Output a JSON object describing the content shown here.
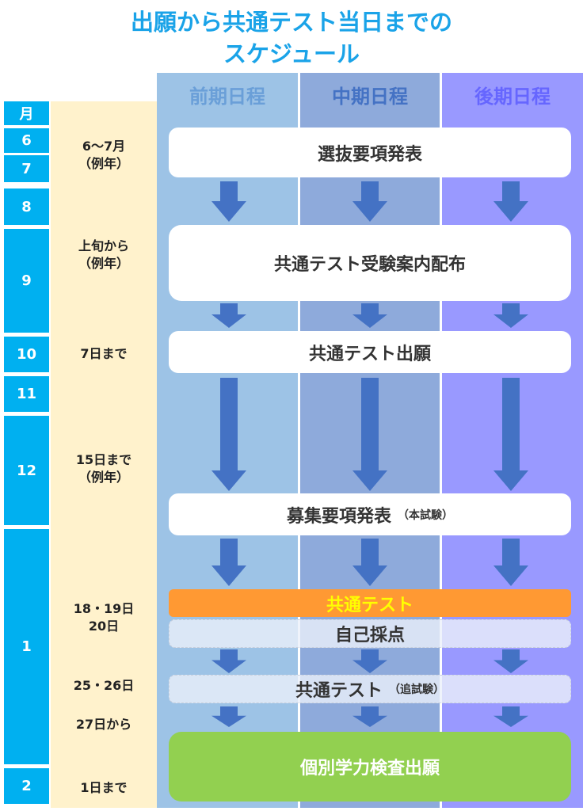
{
  "title": [
    "出願から共通テスト当日までの",
    "スケジュール"
  ],
  "columns": [
    {
      "label": "前期日程",
      "bg": "#9dc3e6",
      "fg": "#6a9fd8"
    },
    {
      "label": "中期日程",
      "bg": "#8eaadb",
      "fg": "#4472c4"
    },
    {
      "label": "後期日程",
      "bg": "#9999ff",
      "fg": "#6666ff"
    }
  ],
  "months": {
    "header": "月",
    "m6": "6",
    "m7": "7",
    "m8": "8",
    "m9": "9",
    "m10": "10",
    "m11": "11",
    "m12": "12",
    "m1": "1",
    "m2": "2"
  },
  "notes": {
    "n1a": "6〜7月",
    "n1b": "（例年）",
    "n2a": "上旬から",
    "n2b": "（例年）",
    "n3": "7日まで",
    "n4a": "15日まで",
    "n4b": "（例年）",
    "n5a": "18・19日",
    "n5b": "20日",
    "n6": "25・26日",
    "n7": "27日から",
    "n8": "1日まで"
  },
  "steps": {
    "s1": "選抜要項発表",
    "s2": "共通テスト受験案内配布",
    "s3": "共通テスト出願",
    "s4": "募集要項発表",
    "s4_note": "（本試験）",
    "s5": "共通テスト",
    "s6": "自己採点",
    "s7": "共通テスト",
    "s7_note": "（追試験）",
    "s8": "個別学力検査出願"
  },
  "colors": {
    "arrow": "#4472c4",
    "month": "#00b0f0",
    "orange": "#ff9933",
    "yellow": "#ffff00",
    "green": "#92d050"
  }
}
